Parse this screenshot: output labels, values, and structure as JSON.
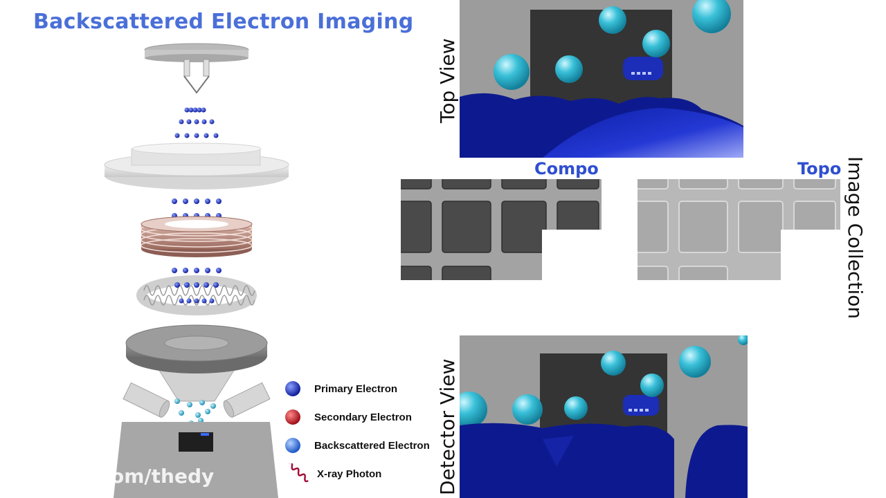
{
  "title": "Backscattered Electron Imaging",
  "panels": {
    "top_view": "Top View",
    "detector_view": "Detector View",
    "image_collection": "Image Collection",
    "compo": "Compo",
    "topo": "Topo"
  },
  "legend": [
    {
      "label": "Primary Electron",
      "icon": "primary-electron-icon",
      "color": "#1d3bd6"
    },
    {
      "label": "Secondary Electron",
      "icon": "secondary-electron-icon",
      "color": "#d21d2a"
    },
    {
      "label": "Backscattered Electron",
      "icon": "backscattered-electron-icon",
      "color": "#2a6fe0"
    },
    {
      "label": "X-ray Photon",
      "icon": "xray-photon-icon",
      "color": "#a3103a"
    }
  ],
  "watermark": "om/thedy",
  "colors": {
    "title": "#4a6fd8",
    "panel_label": "#2f4fd0",
    "sphere": "#2bb7d0",
    "electron_blue": "#1d3bd6"
  }
}
